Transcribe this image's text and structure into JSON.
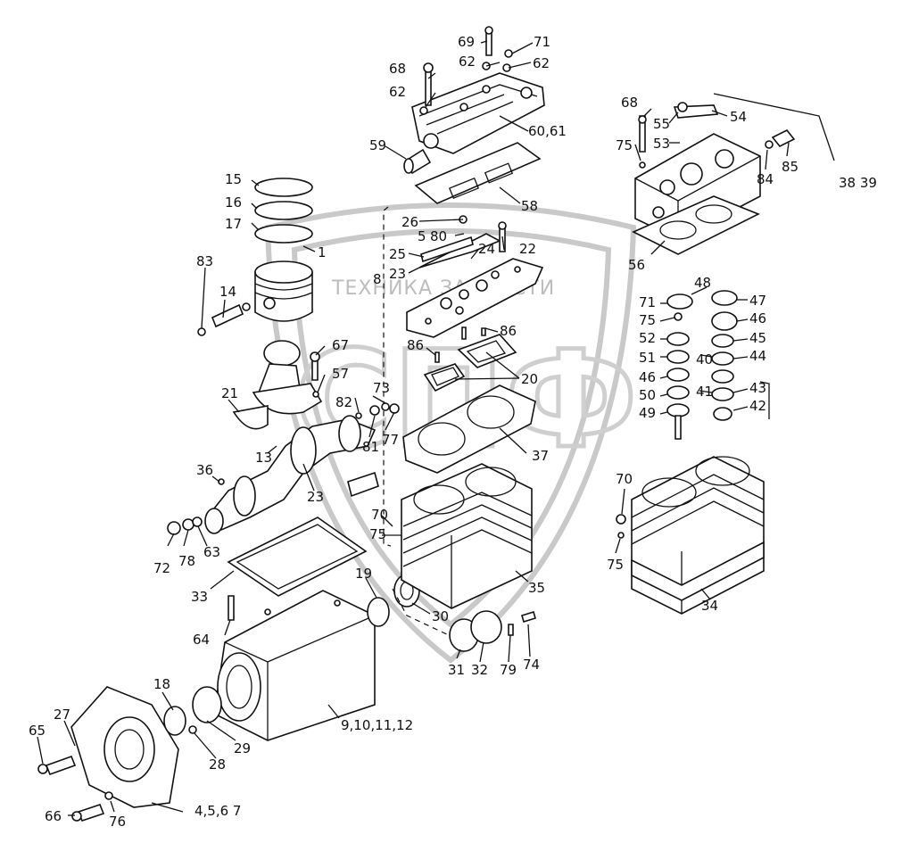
{
  "watermark": {
    "text": "ТЕХНИКА ЗАПЧАСТИ",
    "letters": "СПФ"
  },
  "callouts": [
    {
      "id": "c69",
      "text": "69"
    },
    {
      "id": "c71a",
      "text": "71"
    },
    {
      "id": "c62a",
      "text": "62"
    },
    {
      "id": "c62b",
      "text": "62"
    },
    {
      "id": "c68a",
      "text": "68"
    },
    {
      "id": "c62c",
      "text": "62"
    },
    {
      "id": "c6061",
      "text": "60,61"
    },
    {
      "id": "c59",
      "text": "59"
    },
    {
      "id": "c58",
      "text": "58"
    },
    {
      "id": "c26",
      "text": "26"
    },
    {
      "id": "c5",
      "text": "5"
    },
    {
      "id": "c80",
      "text": "80"
    },
    {
      "id": "c22",
      "text": "22"
    },
    {
      "id": "c25",
      "text": "25"
    },
    {
      "id": "c24",
      "text": "24"
    },
    {
      "id": "c8",
      "text": "8"
    },
    {
      "id": "c23a",
      "text": "23"
    },
    {
      "id": "c15",
      "text": "15"
    },
    {
      "id": "c16",
      "text": "16"
    },
    {
      "id": "c17",
      "text": "17"
    },
    {
      "id": "c1",
      "text": "1"
    },
    {
      "id": "c83",
      "text": "83"
    },
    {
      "id": "c14",
      "text": "14"
    },
    {
      "id": "c86a",
      "text": "86"
    },
    {
      "id": "c86b",
      "text": "86"
    },
    {
      "id": "c20",
      "text": "20"
    },
    {
      "id": "c67",
      "text": "67"
    },
    {
      "id": "c57",
      "text": "57"
    },
    {
      "id": "c21",
      "text": "21"
    },
    {
      "id": "c73",
      "text": "73"
    },
    {
      "id": "c82",
      "text": "82"
    },
    {
      "id": "c77",
      "text": "77"
    },
    {
      "id": "c81",
      "text": "81"
    },
    {
      "id": "c37",
      "text": "37"
    },
    {
      "id": "c13",
      "text": "13"
    },
    {
      "id": "c36",
      "text": "36"
    },
    {
      "id": "c23b",
      "text": "23"
    },
    {
      "id": "c70a",
      "text": "70"
    },
    {
      "id": "c75a",
      "text": "75"
    },
    {
      "id": "c72",
      "text": "72"
    },
    {
      "id": "c78",
      "text": "78"
    },
    {
      "id": "c63",
      "text": "63"
    },
    {
      "id": "c33",
      "text": "33"
    },
    {
      "id": "c19",
      "text": "19"
    },
    {
      "id": "c35",
      "text": "35"
    },
    {
      "id": "c30",
      "text": "30"
    },
    {
      "id": "c64",
      "text": "64"
    },
    {
      "id": "c31",
      "text": "31"
    },
    {
      "id": "c32",
      "text": "32"
    },
    {
      "id": "c79",
      "text": "79"
    },
    {
      "id": "c74",
      "text": "74"
    },
    {
      "id": "c18",
      "text": "18"
    },
    {
      "id": "c9101112",
      "text": "9,10,11,12"
    },
    {
      "id": "c27",
      "text": "27"
    },
    {
      "id": "c65",
      "text": "65"
    },
    {
      "id": "c29",
      "text": "29"
    },
    {
      "id": "c28",
      "text": "28"
    },
    {
      "id": "c66",
      "text": "66"
    },
    {
      "id": "c76",
      "text": "76"
    },
    {
      "id": "c4567",
      "text": "4,5,6 7"
    },
    {
      "id": "c68b",
      "text": "68"
    },
    {
      "id": "c55",
      "text": "55"
    },
    {
      "id": "c54",
      "text": "54"
    },
    {
      "id": "c53",
      "text": "53"
    },
    {
      "id": "c75b",
      "text": "75"
    },
    {
      "id": "c84",
      "text": "84"
    },
    {
      "id": "c85",
      "text": "85"
    },
    {
      "id": "c3839",
      "text": "38 39"
    },
    {
      "id": "c56",
      "text": "56"
    },
    {
      "id": "c48",
      "text": "48"
    },
    {
      "id": "c71b",
      "text": "71"
    },
    {
      "id": "c47",
      "text": "47"
    },
    {
      "id": "c75c",
      "text": "75"
    },
    {
      "id": "c46a",
      "text": "46"
    },
    {
      "id": "c52",
      "text": "52"
    },
    {
      "id": "c45",
      "text": "45"
    },
    {
      "id": "c40",
      "text": "40"
    },
    {
      "id": "c51",
      "text": "51"
    },
    {
      "id": "c44",
      "text": "44"
    },
    {
      "id": "c46b",
      "text": "46"
    },
    {
      "id": "c41",
      "text": "41"
    },
    {
      "id": "c43",
      "text": "43"
    },
    {
      "id": "c50",
      "text": "50"
    },
    {
      "id": "c49",
      "text": "49"
    },
    {
      "id": "c42",
      "text": "42"
    },
    {
      "id": "c70b",
      "text": "70"
    },
    {
      "id": "c75d",
      "text": "75"
    },
    {
      "id": "c34",
      "text": "34"
    }
  ]
}
